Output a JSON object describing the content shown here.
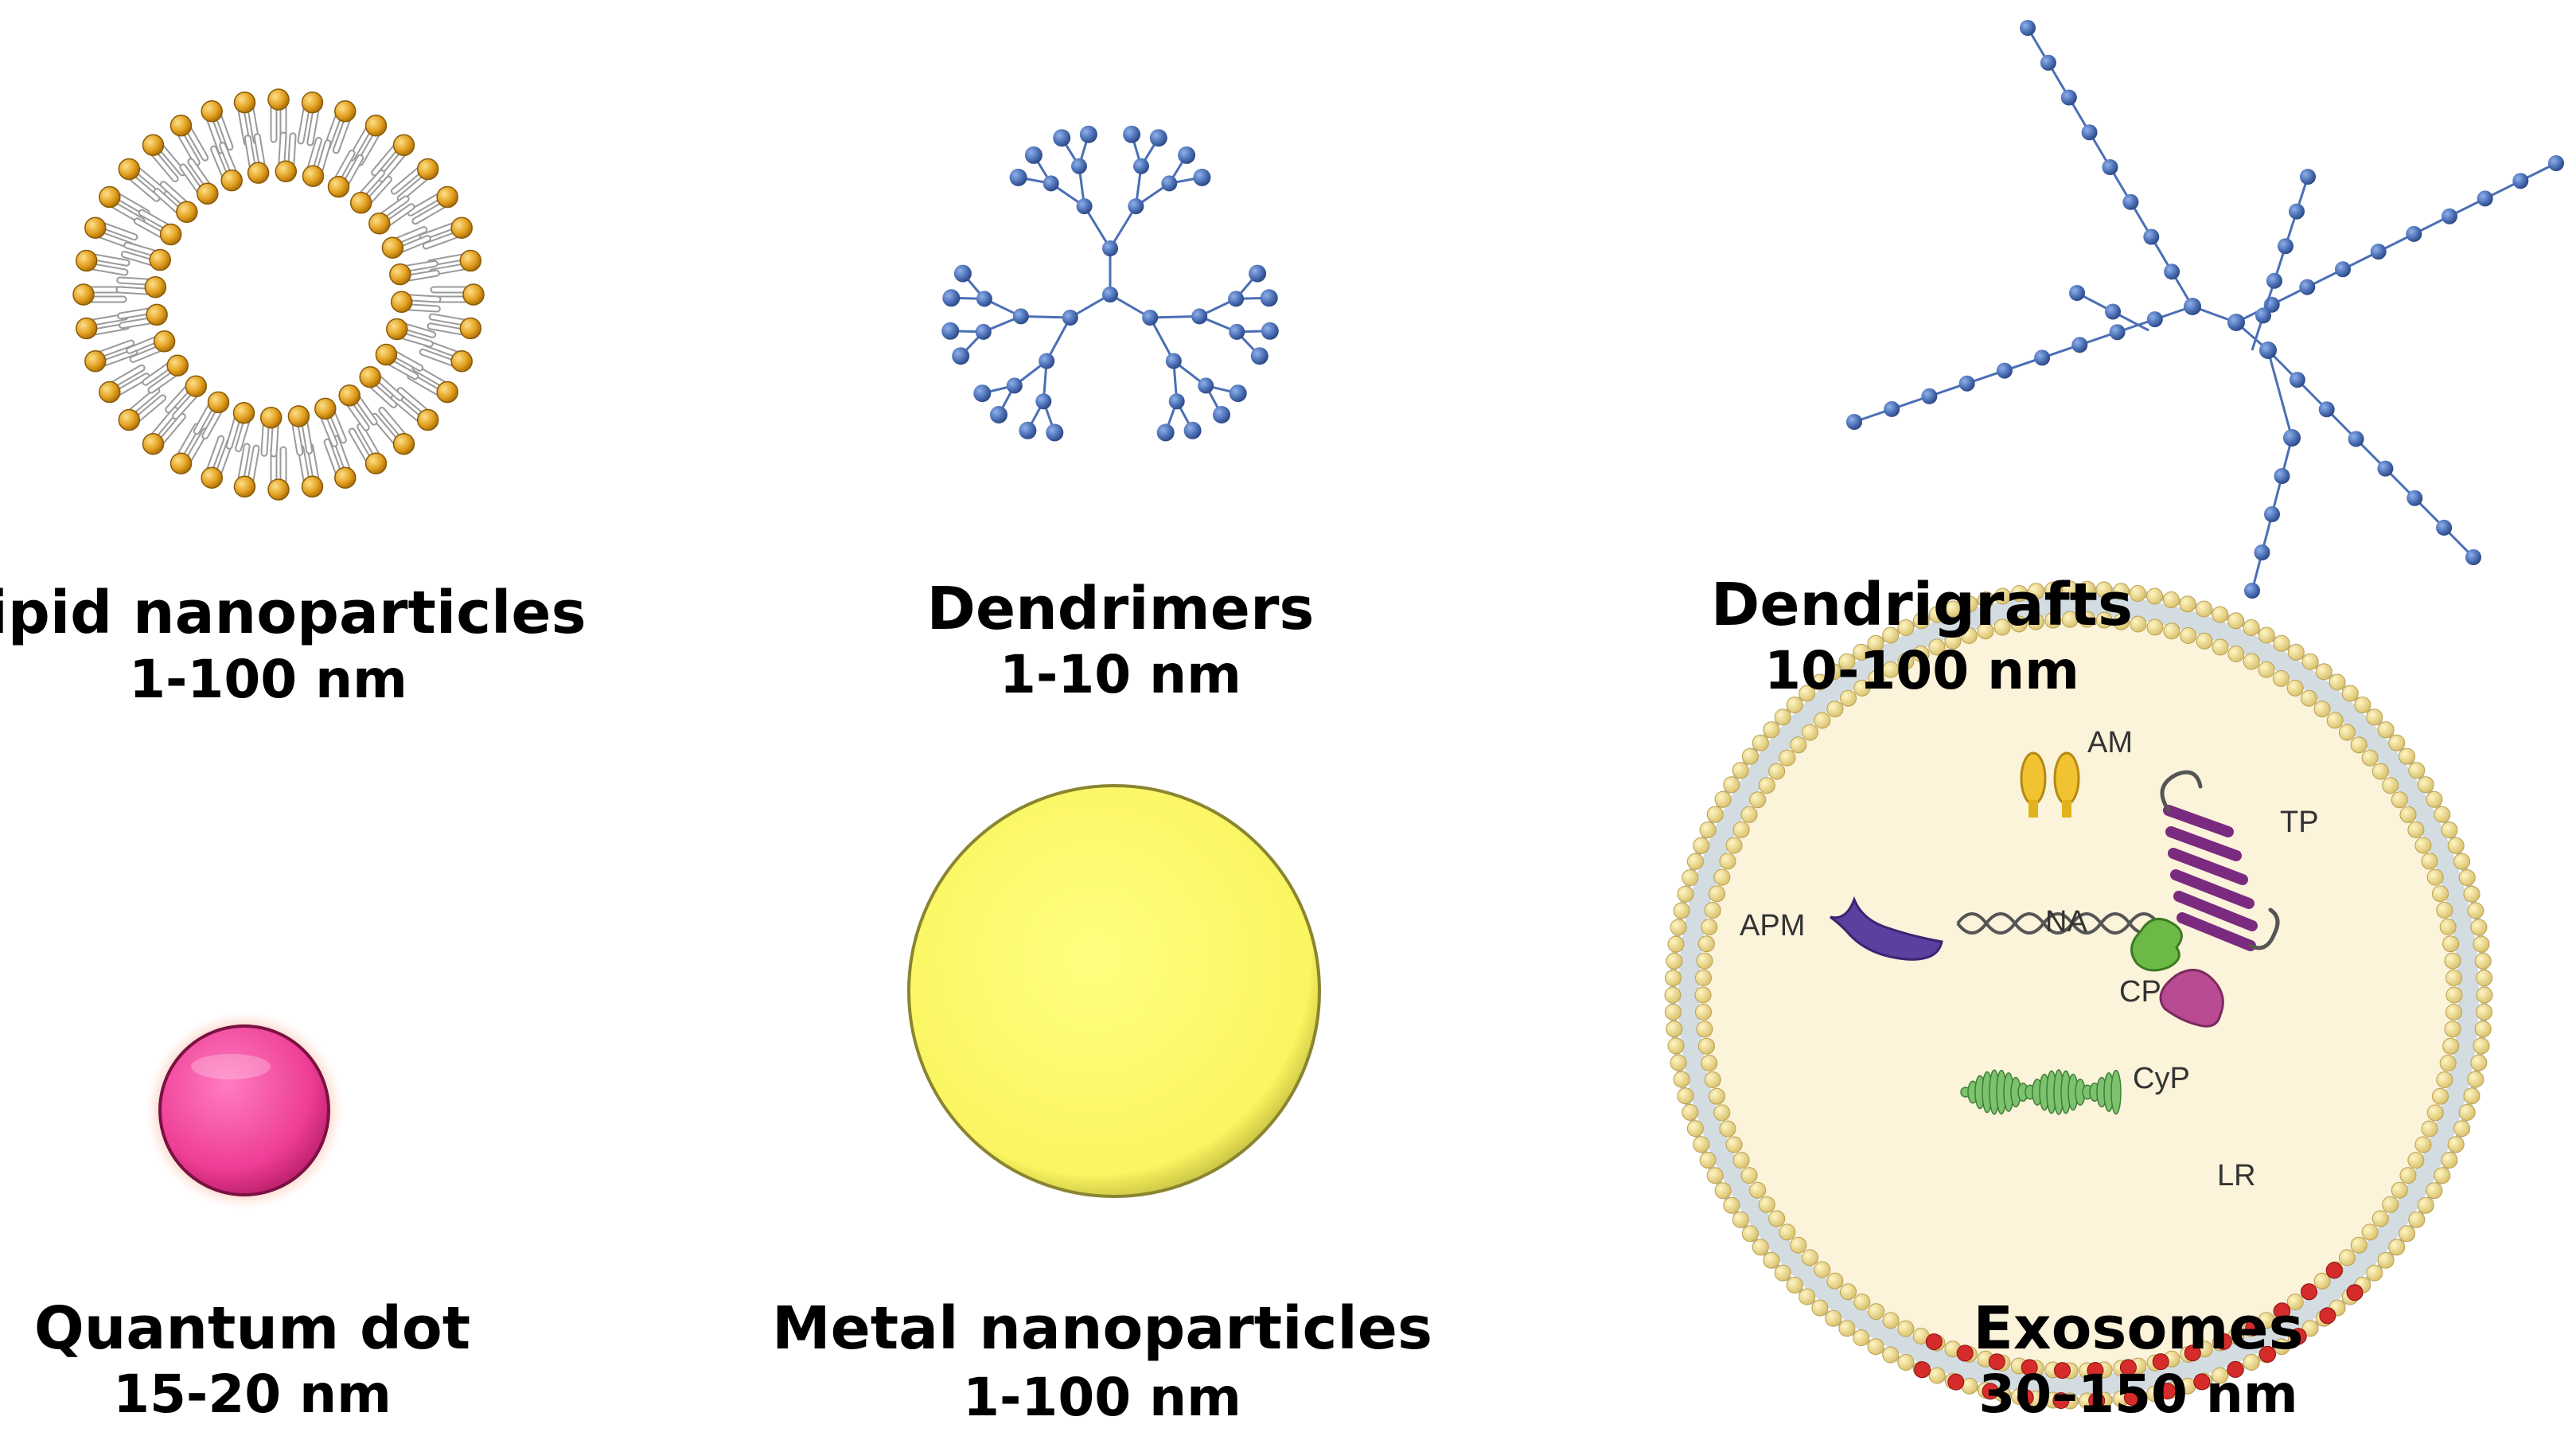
{
  "panels": [
    {
      "name": "Lipid nanoparticles",
      "size": "1-100 nm"
    },
    {
      "name": "Dendrimers",
      "size": "1-10 nm"
    },
    {
      "name": "Dendrigrafts",
      "size": "10-100 nm"
    },
    {
      "name": "Quantum dot",
      "size": "15-20 nm"
    },
    {
      "name": "Metal nanoparticles",
      "size": "1-100 nm"
    },
    {
      "name": "Exosomes",
      "size": "30–150 nm"
    }
  ],
  "exosome_labels": {
    "am": "AM",
    "tp": "TP",
    "apm": "APM",
    "na": "NA",
    "cp": "CP",
    "cyp": "CyP",
    "lr": "LR"
  },
  "colors": {
    "lipid_head": "#E3A020",
    "dendrimer_node": "#4A6FB5",
    "quantum_dot": "#EE3E95",
    "metal": "#FFFF66",
    "exosome_fill": "#FBF3DA"
  }
}
